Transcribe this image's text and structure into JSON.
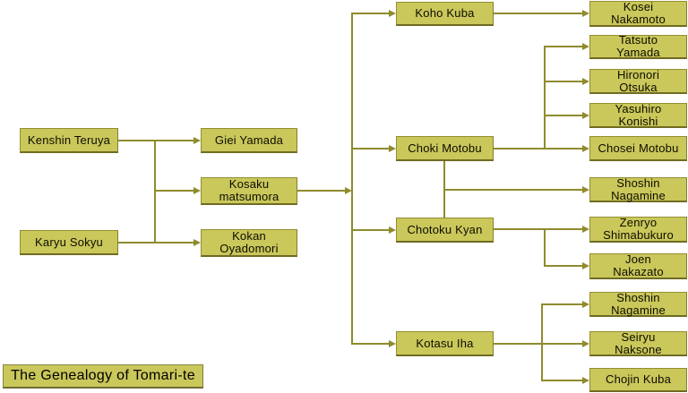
{
  "title": {
    "label": "The Genealogy of Tomari-te"
  },
  "colors": {
    "box_fill": "#cac75b",
    "box_border": "#938e30",
    "box_border_dark": "#6f6b22",
    "line": "#8f8b2d",
    "text": "#0d0d00",
    "bg": "#ffffff"
  },
  "nodes": {
    "kenshin_teruya": {
      "lines": [
        "Kenshin Teruya"
      ]
    },
    "karyu_sokyu": {
      "lines": [
        "Karyu Sokyu"
      ]
    },
    "giei_yamada": {
      "lines": [
        "Giei Yamada"
      ]
    },
    "kosaku_matsumora": {
      "lines": [
        "Kosaku",
        "matsumora"
      ]
    },
    "kokan_oyadomori": {
      "lines": [
        "Kokan",
        "Oyadomori"
      ]
    },
    "koho_kuba": {
      "lines": [
        "Koho Kuba"
      ]
    },
    "choki_motobu": {
      "lines": [
        "Choki Motobu"
      ]
    },
    "chotoku_kyan": {
      "lines": [
        "Chotoku Kyan"
      ]
    },
    "kotasu_iha": {
      "lines": [
        "Kotasu Iha"
      ]
    },
    "kosei_nakamoto": {
      "lines": [
        "Kosei",
        "Nakamoto"
      ]
    },
    "tatsuto_yamada": {
      "lines": [
        "Tatsuto",
        "Yamada"
      ]
    },
    "hironori_otsuka": {
      "lines": [
        "Hironori",
        "Otsuka"
      ]
    },
    "yasuhiro_konishi": {
      "lines": [
        "Yasuhiro",
        "Konishi"
      ]
    },
    "chosei_motobu": {
      "lines": [
        "Chosei Motobu"
      ]
    },
    "shoshin_nagamine_1": {
      "lines": [
        "Shoshin",
        "Nagamine"
      ]
    },
    "zenryo_shimabukuro": {
      "lines": [
        "Zenryo",
        "Shimabukuro"
      ]
    },
    "joen_nakazato": {
      "lines": [
        "Joen",
        "Nakazato"
      ]
    },
    "shoshin_nagamine_2": {
      "lines": [
        "Shoshin",
        "Nagamine"
      ]
    },
    "seiryu_naksone": {
      "lines": [
        "Seiryu",
        "Naksone"
      ]
    },
    "chojin_kuba": {
      "lines": [
        "Chojin Kuba"
      ]
    }
  },
  "links": [
    {
      "sources": [
        "kenshin_teruya",
        "karyu_sokyu"
      ],
      "targets": [
        "giei_yamada",
        "kosaku_matsumora",
        "kokan_oyadomori"
      ]
    },
    {
      "sources": [
        "kosaku_matsumora"
      ],
      "targets": [
        "koho_kuba",
        "choki_motobu",
        "chotoku_kyan",
        "kotasu_iha"
      ]
    },
    {
      "sources": [
        "koho_kuba"
      ],
      "targets": [
        "kosei_nakamoto"
      ]
    },
    {
      "sources": [
        "choki_motobu"
      ],
      "targets": [
        "tatsuto_yamada",
        "hironori_otsuka",
        "yasuhiro_konishi",
        "chosei_motobu"
      ]
    },
    {
      "sources": [
        "choki_motobu",
        "chotoku_kyan"
      ],
      "targets": [
        "shoshin_nagamine_1"
      ]
    },
    {
      "sources": [
        "chotoku_kyan"
      ],
      "targets": [
        "zenryo_shimabukuro",
        "joen_nakazato"
      ]
    },
    {
      "sources": [
        "kotasu_iha"
      ],
      "targets": [
        "shoshin_nagamine_2",
        "seiryu_naksone",
        "chojin_kuba"
      ]
    }
  ]
}
